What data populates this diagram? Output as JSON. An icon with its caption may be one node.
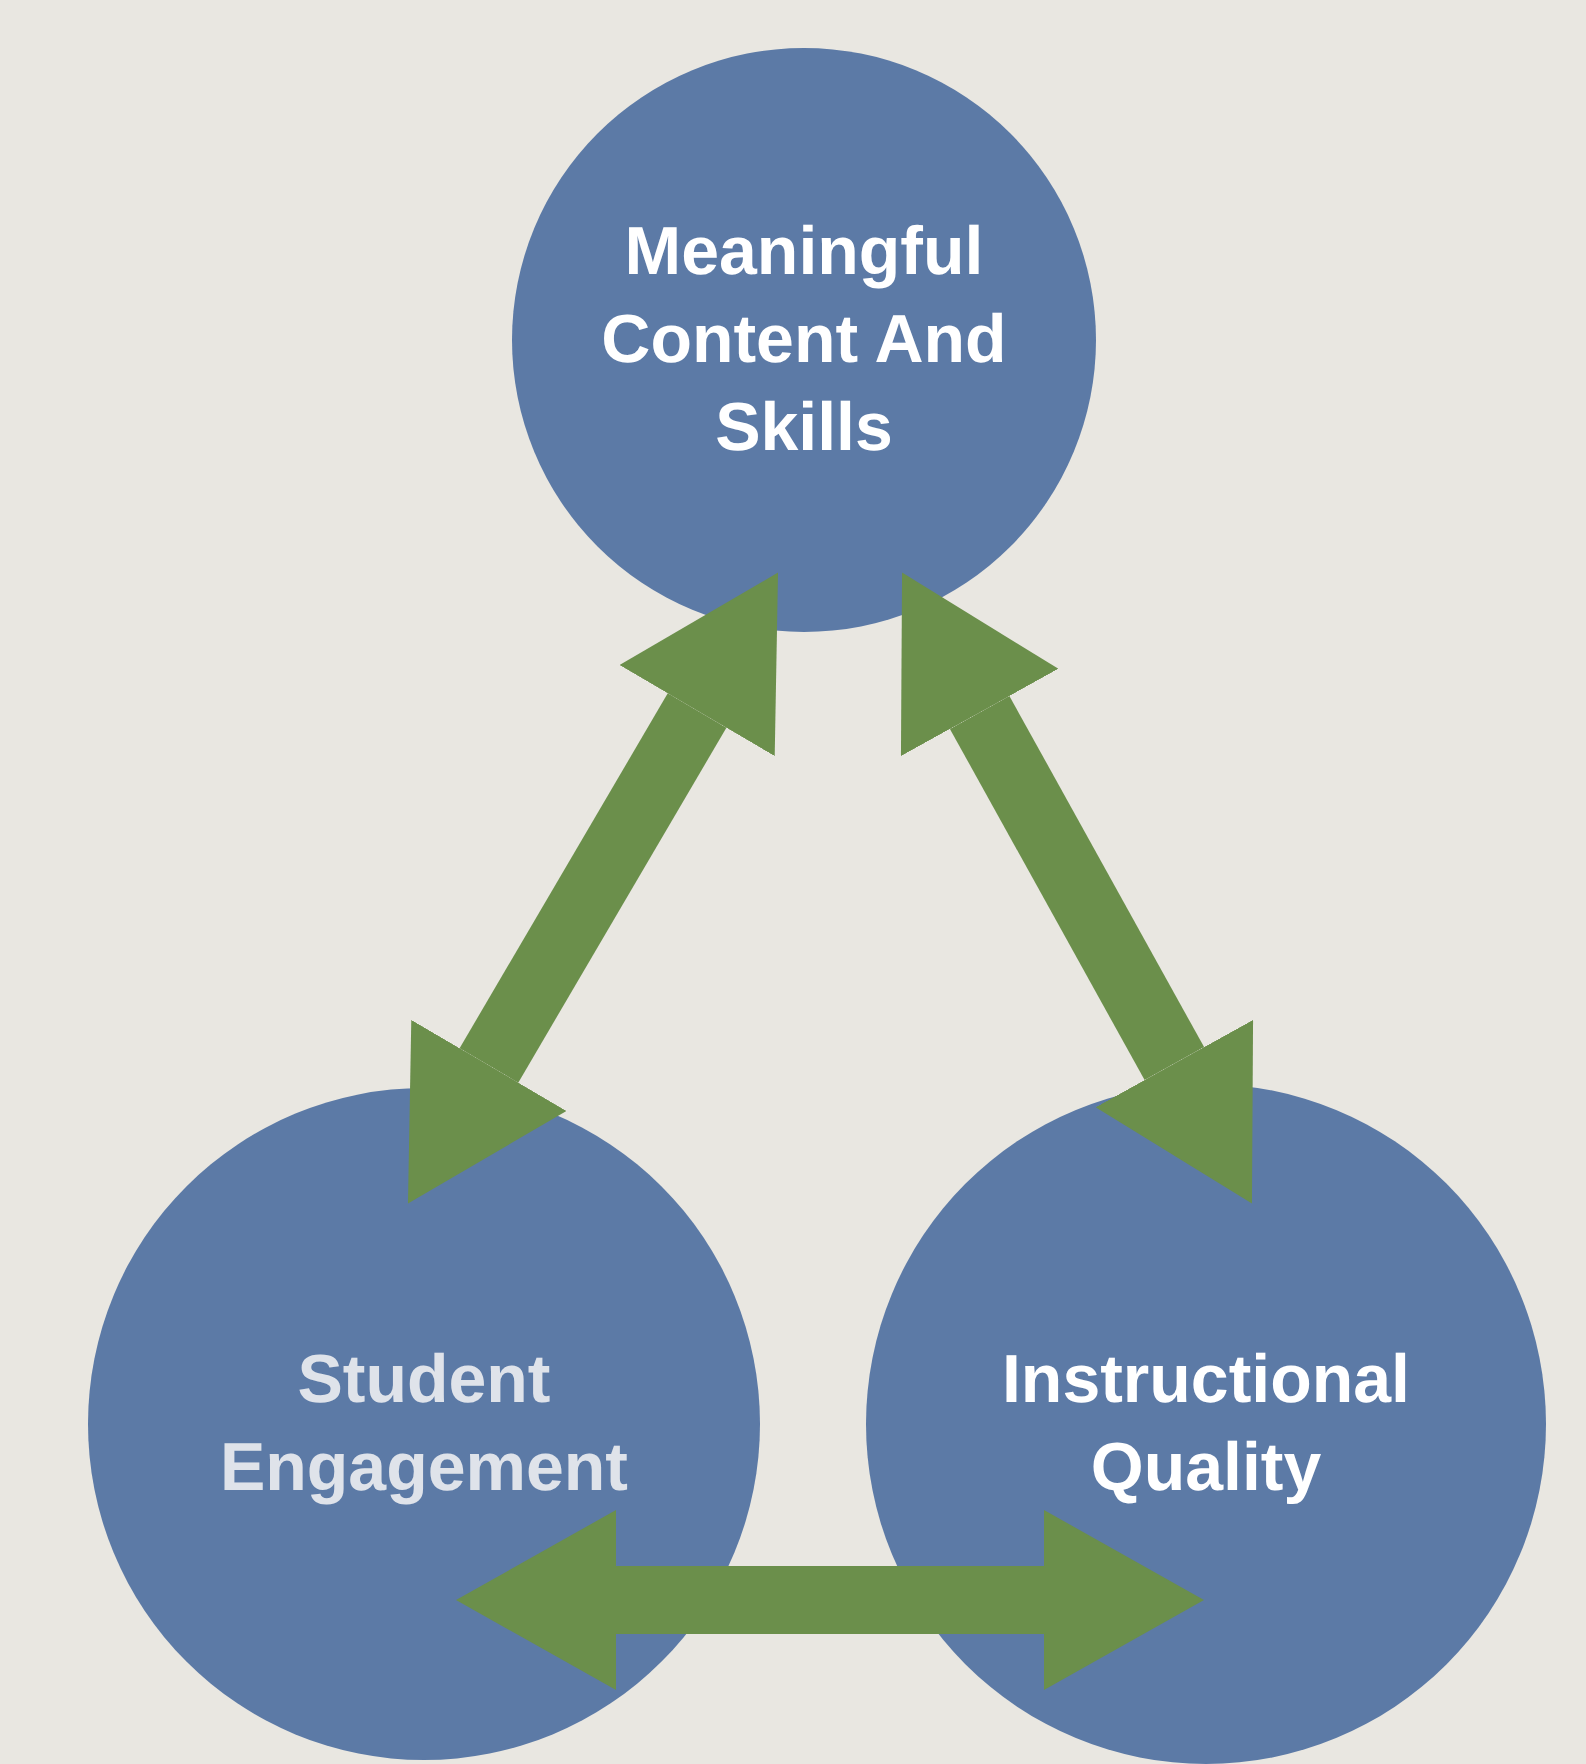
{
  "diagram": {
    "nodes": [
      {
        "text": [
          "Meaningful Content And Skills"
        ]
      },
      {
        "text": [
          "Student Engagement"
        ]
      },
      {
        "text": [
          "Instructional Quality"
        ]
      }
    ],
    "edges": [
      {
        "from": 0,
        "to": 1,
        "arrow": "both"
      },
      {
        "from": 0,
        "to": 2,
        "arrow": "both"
      },
      {
        "from": 1,
        "to": 2,
        "arrow": "both"
      }
    ]
  }
}
